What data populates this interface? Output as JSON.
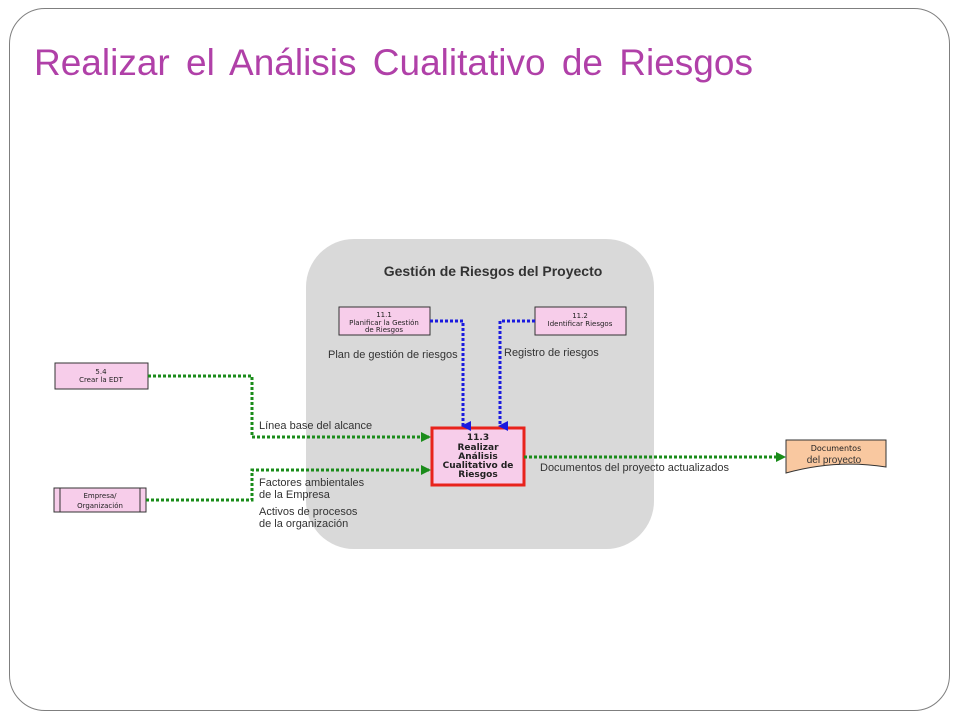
{
  "title": "Realizar el Análisis Cualitativo de Riesgos",
  "group": {
    "title": "Gestión de Riesgos del Proyecto"
  },
  "processes": {
    "p111": {
      "number": "11.1",
      "line1": "Planificar la Gestión",
      "line2": "de Riesgos"
    },
    "p112": {
      "number": "11.2",
      "line1": "Identificar Riesgos"
    },
    "p54": {
      "number": "5.4",
      "line1": "Crear la EDT"
    },
    "p113": {
      "number": "11.3",
      "line1": "Realizar",
      "line2": "Análisis",
      "line3": "Cualitativo de",
      "line4": "Riesgos"
    }
  },
  "organization": {
    "line1": "Empresa/",
    "line2": "Organización"
  },
  "output_doc": {
    "line1": "Documentos",
    "line2": "del proyecto"
  },
  "flows": {
    "plan": "Plan de gestión de riesgos",
    "registro": "Registro de riesgos",
    "linea_base": "Línea base del alcance",
    "factores_1": "Factores ambientales",
    "factores_2": "de la Empresa",
    "activos_1": "Activos de procesos",
    "activos_2": "de la organización",
    "documentos_act": "Documentos del proyecto actualizados"
  },
  "colors": {
    "title": "#b040a8",
    "group_bg": "#d9d9d9",
    "process_fill": "#f7cdea",
    "focus_border": "#e8231c",
    "blue_flow": "#1a1adf",
    "green_flow": "#1a8c1a",
    "doc_fill": "#f9c8a0"
  }
}
